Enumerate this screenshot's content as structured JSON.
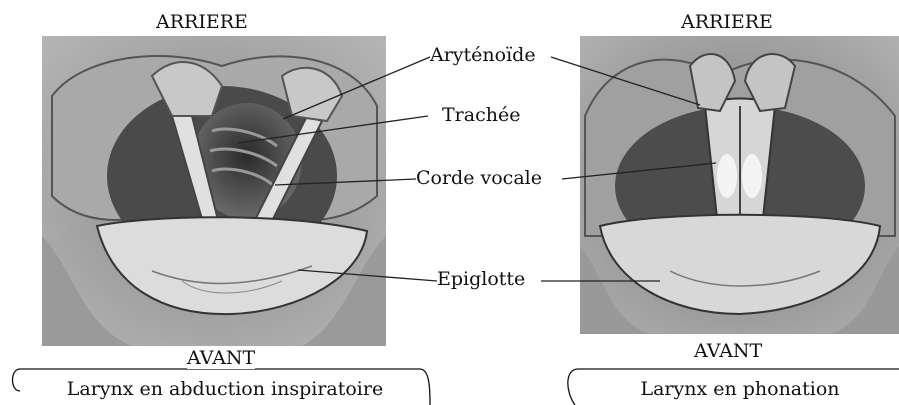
{
  "left_panel": {
    "top": "ARRIERE",
    "bottom": "AVANT",
    "caption": "Larynx en abduction inspiratoire"
  },
  "right_panel": {
    "top": "ARRIERE",
    "bottom": "AVANT",
    "caption": "Larynx en phonation"
  },
  "labels": {
    "arytenoide": "Aryténoïde",
    "trachee": "Trachée",
    "corde": "Corde vocale",
    "epiglotte": "Epiglotte"
  }
}
